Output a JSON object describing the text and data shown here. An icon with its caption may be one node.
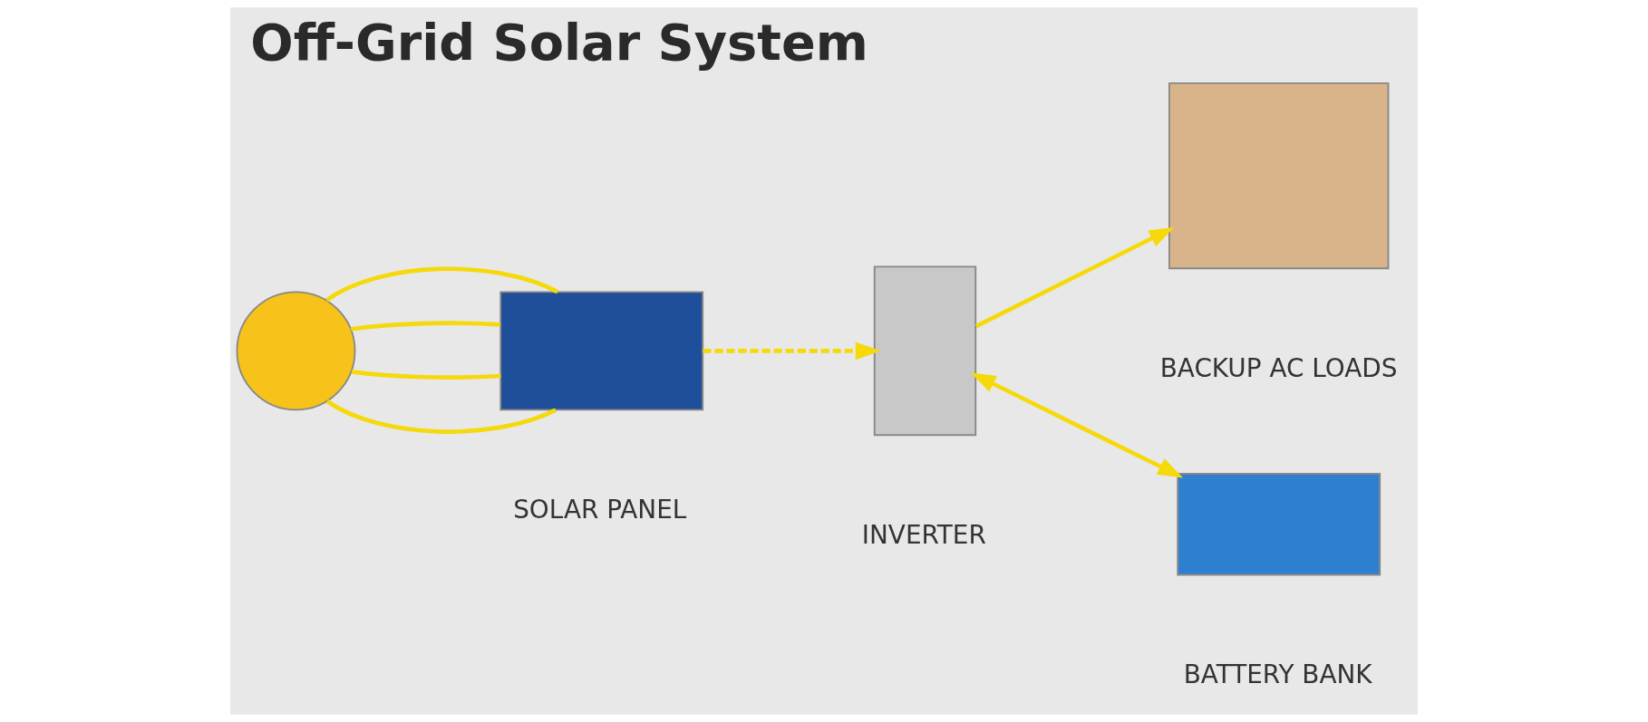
{
  "diagram": {
    "title": "Off-Grid Solar System",
    "nodes": [
      {
        "text": [],
        "shape": "circle"
      },
      {
        "text": [],
        "shape": "box",
        "beside": [
          "SOLAR PANEL"
        ]
      },
      {
        "text": [],
        "shape": "box",
        "beside": [
          "INVERTER"
        ]
      },
      {
        "text": [],
        "shape": "box",
        "beside": [
          "BACKUP AC LOADS"
        ]
      },
      {
        "text": [],
        "shape": "box",
        "beside": [
          "BATTERY BANK"
        ]
      }
    ],
    "edges": [
      {
        "from": 0,
        "to": 1,
        "arrow": "none"
      },
      {
        "from": 0,
        "to": 1,
        "arrow": "none"
      },
      {
        "from": 0,
        "to": 1,
        "arrow": "none"
      },
      {
        "from": 0,
        "to": 1,
        "arrow": "none"
      },
      {
        "from": 1,
        "to": 2,
        "arrow": "to",
        "style": "dashed"
      },
      {
        "from": 2,
        "to": 3,
        "arrow": "to"
      },
      {
        "from": 2,
        "to": 4,
        "arrow": "both"
      }
    ]
  }
}
